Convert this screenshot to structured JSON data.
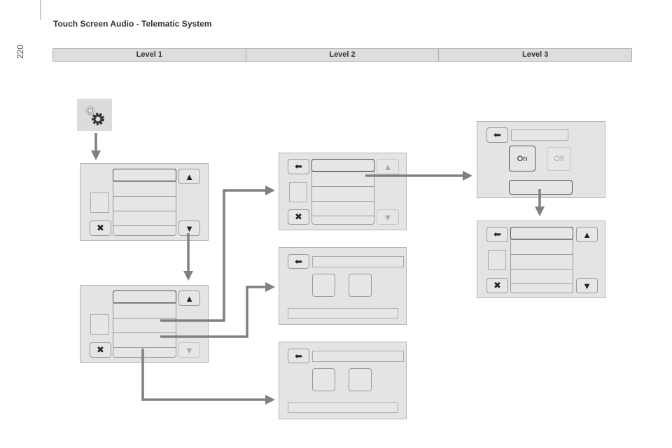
{
  "header": {
    "page_number": "220",
    "title": "Touch Screen Audio - Telematic System"
  },
  "levels": [
    "Level 1",
    "Level 2",
    "Level 3"
  ],
  "toggle": {
    "on": "On",
    "off": "Off"
  },
  "colors": {
    "panel": "#e4e4e6",
    "arrow": "#808080",
    "header_bar": "#dcdddf"
  }
}
